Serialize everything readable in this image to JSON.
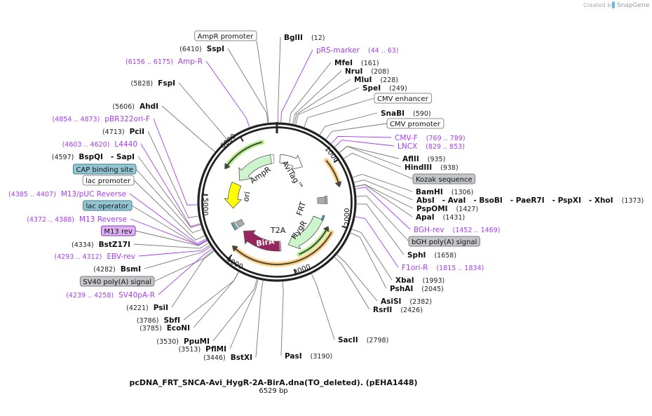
{
  "watermark": {
    "prefix": "Created by",
    "brand": "SnapGene"
  },
  "map": {
    "title": "pcDNA_FRT_SNCA-Avi_HygR-2A-BirA.dna(TO_deleted). (pEHA1448)",
    "length": "6529 bp",
    "ticks": [
      "1000",
      "2000",
      "3000",
      "4000",
      "5000",
      "6000"
    ]
  },
  "features": {
    "ampr": "AmpR",
    "ori": "ori",
    "avitag": "AviTag™",
    "frt": "FRT",
    "t2a": "T2A",
    "hygr": "HygR",
    "bira": "BirA"
  },
  "colors": {
    "primer": "#a63cf2",
    "ampr_fill": "#ccf5cc",
    "ori_fill": "#ffff00",
    "bira_fill": "#97265d",
    "hygr_fill": "#ccf5cc",
    "orange_arc": "#ffcf80",
    "green_arc": "#b8f08c"
  },
  "labels": [
    {
      "kind": "box-white",
      "name": "AmpR promoter"
    },
    {
      "kind": "enzyme",
      "name": "SspI",
      "pos": "(6410)"
    },
    {
      "kind": "primer",
      "name": "Amp-R",
      "pos": "(6156 .. 6175)"
    },
    {
      "kind": "enzyme",
      "name": "FspI",
      "pos": "(5828)"
    },
    {
      "kind": "enzyme",
      "name": "AhdI",
      "pos": "(5606)"
    },
    {
      "kind": "primer",
      "name": "pBR322ori-F",
      "pos": "(4854 .. 4873)"
    },
    {
      "kind": "enzyme",
      "name": "PciI",
      "pos": "(4713)"
    },
    {
      "kind": "primer",
      "name": "L4440",
      "pos": "(4603 .. 4620)"
    },
    {
      "kind": "enzyme",
      "name": "BspQI   - SapI",
      "pos": "(4597)"
    },
    {
      "kind": "box-teal",
      "name": "CAP binding site"
    },
    {
      "kind": "box-white",
      "name": "lac promoter"
    },
    {
      "kind": "primer",
      "name": "M13/pUC Reverse",
      "pos": "(4385 .. 4407)"
    },
    {
      "kind": "box-teal",
      "name": "lac operator"
    },
    {
      "kind": "primer",
      "name": "M13 Reverse",
      "pos": "(4372 .. 4388)"
    },
    {
      "kind": "box-purple",
      "name": "M13 rev"
    },
    {
      "kind": "enzyme",
      "name": "BstZ17I",
      "pos": "(4334)"
    },
    {
      "kind": "primer",
      "name": "EBV-rev",
      "pos": "(4293 .. 4312)"
    },
    {
      "kind": "enzyme",
      "name": "BsmI",
      "pos": "(4282)"
    },
    {
      "kind": "box-gray",
      "name": "SV40 poly(A) signal"
    },
    {
      "kind": "primer",
      "name": "SV40pA-R",
      "pos": "(4239 .. 4258)"
    },
    {
      "kind": "enzyme",
      "name": "PsiI",
      "pos": "(4221)"
    },
    {
      "kind": "enzyme",
      "name": "SbfI",
      "pos": "(3786)"
    },
    {
      "kind": "enzyme",
      "name": "EcoNI",
      "pos": "(3785)"
    },
    {
      "kind": "enzyme",
      "name": "PpuMI",
      "pos": "(3530)"
    },
    {
      "kind": "enzyme",
      "name": "PflMI",
      "pos": "(3513)"
    },
    {
      "kind": "enzyme",
      "name": "BstXI",
      "pos": "(3446)"
    },
    {
      "kind": "enzyme",
      "name": "PasI",
      "pos": "(3190)"
    },
    {
      "kind": "enzyme",
      "name": "SacII",
      "pos": "(2798)"
    },
    {
      "kind": "enzyme",
      "name": "RsrII",
      "pos": "(2426)"
    },
    {
      "kind": "enzyme",
      "name": "AsiSI",
      "pos": "(2382)"
    },
    {
      "kind": "enzyme",
      "name": "PshAI",
      "pos": "(2045)"
    },
    {
      "kind": "enzyme",
      "name": "XbaI",
      "pos": "(1993)"
    },
    {
      "kind": "primer",
      "name": "F1ori-R",
      "pos": "(1815 .. 1834)"
    },
    {
      "kind": "enzyme",
      "name": "SphI",
      "pos": "(1658)"
    },
    {
      "kind": "box-gray",
      "name": "bGH poly(A) signal"
    },
    {
      "kind": "primer",
      "name": "BGH-rev",
      "pos": "(1452 .. 1469)"
    },
    {
      "kind": "enzyme",
      "name": "ApaI",
      "pos": "(1431)"
    },
    {
      "kind": "enzyme",
      "name": "PspOMI",
      "pos": "(1427)"
    },
    {
      "kind": "enzyme",
      "name": "AbsI   - AvaI   - BsoBI   - PaeR7I   - PspXI   - XhoI",
      "pos": "(1373)"
    },
    {
      "kind": "enzyme",
      "name": "BamHI",
      "pos": "(1306)"
    },
    {
      "kind": "box-gray",
      "name": "Kozak sequence"
    },
    {
      "kind": "enzyme",
      "name": "HindIII",
      "pos": "(938)"
    },
    {
      "kind": "enzyme",
      "name": "AflII",
      "pos": "(935)"
    },
    {
      "kind": "primer",
      "name": "LNCX",
      "pos": "(829 .. 853)"
    },
    {
      "kind": "primer",
      "name": "CMV-F",
      "pos": "(769 .. 789)"
    },
    {
      "kind": "box-white",
      "name": "CMV promoter"
    },
    {
      "kind": "enzyme",
      "name": "SnaBI",
      "pos": "(590)"
    },
    {
      "kind": "box-white",
      "name": "CMV enhancer"
    },
    {
      "kind": "enzyme",
      "name": "SpeI",
      "pos": "(249)"
    },
    {
      "kind": "enzyme",
      "name": "MluI",
      "pos": "(228)"
    },
    {
      "kind": "enzyme",
      "name": "NruI",
      "pos": "(208)"
    },
    {
      "kind": "enzyme",
      "name": "MfeI",
      "pos": "(161)"
    },
    {
      "kind": "primer",
      "name": "pRS-marker",
      "pos": "(44 .. 63)"
    },
    {
      "kind": "enzyme",
      "name": "BglII",
      "pos": "(12)"
    }
  ]
}
